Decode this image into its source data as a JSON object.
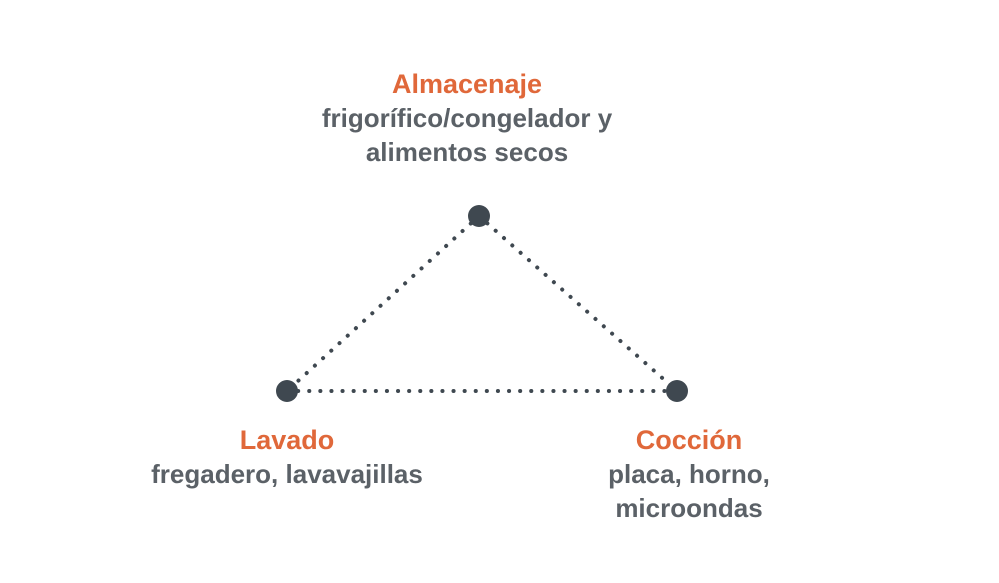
{
  "colors": {
    "accent": "#e0683a",
    "text": "#5b6167",
    "node": "#3f4850"
  },
  "nodes": {
    "storage": {
      "title": "Almacenaje",
      "line1": "frigorífico/congelador y",
      "line2": "alimentos secos"
    },
    "washing": {
      "title": "Lavado",
      "line1": "fregadero, lavavajillas"
    },
    "cooking": {
      "title": "Cocción",
      "line1": "placa, horno,",
      "line2": "microondas"
    }
  }
}
